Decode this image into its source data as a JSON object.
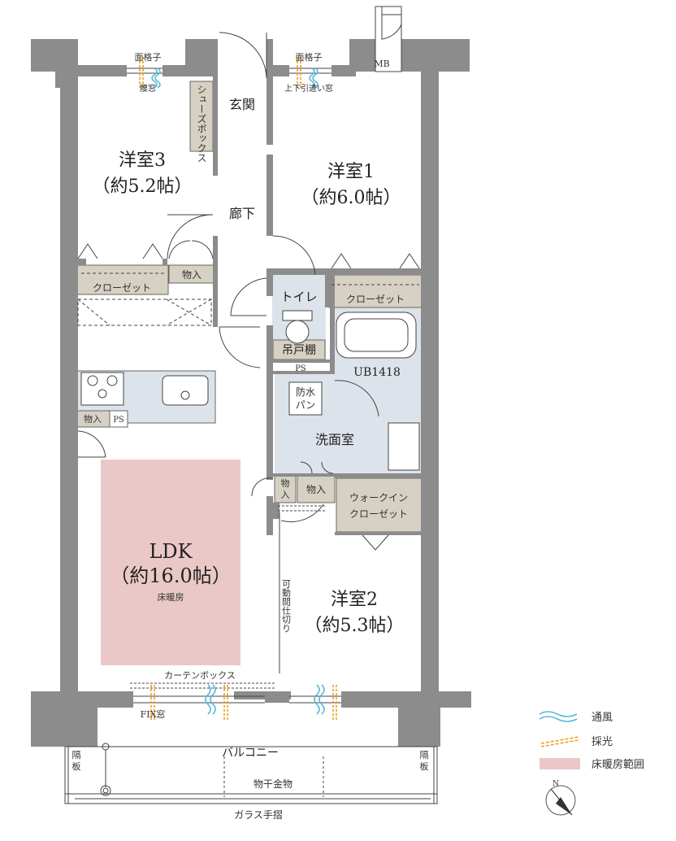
{
  "rooms": {
    "western3": {
      "name": "洋室3",
      "size": "（約5.2帖）"
    },
    "western1": {
      "name": "洋室1",
      "size": "（約6.0帖）"
    },
    "western2": {
      "name": "洋室2",
      "size": "（約5.3帖）"
    },
    "ldk": {
      "name": "LDK",
      "size": "（約16.0帖）",
      "note": "床暖房"
    }
  },
  "labels": {
    "entrance": "玄関",
    "corridor": "廊下",
    "shoe_box": "シューズボックス",
    "closet_left": "クローゼット",
    "closet_right": "クローゼット",
    "storage_top": "物入",
    "storage_kitchen": "物入",
    "storage_small": "物入",
    "storage_mid": "物入",
    "toilet": "トイレ",
    "hanging_shelf": "吊戸棚",
    "ps_toilet": "PS",
    "ps_kitchen": "PS",
    "bath": "UB1418",
    "pan": "防水パン",
    "washroom": "洗面室",
    "walkin": "ウォークイン",
    "walkin2": "クローゼット",
    "partition": "可動間仕切り",
    "mb": "MB",
    "grille_left": "面格子",
    "waist_window": "腰窓",
    "grille_right": "面格子",
    "sliding_window": "上下引違い窓",
    "curtain_box": "カーテンボックス",
    "fix_window": "FIX窓",
    "balcony": "バルコニー",
    "divider_left": "隔板",
    "divider_right": "隔板",
    "clothes_rack": "物干金物",
    "glass_rail": "ガラス手摺"
  },
  "legend": {
    "ventilation": "通風",
    "daylight": "採光",
    "floor_heating": "床暖房範囲"
  },
  "compass": {
    "north": "N"
  },
  "colors": {
    "wall": "#8c8c8c",
    "wet_area": "#dde3ea",
    "storage": "#d6d1c2",
    "heating": "#ebc8c8",
    "wind": "#5bb8d8",
    "light": "#f0a020"
  }
}
